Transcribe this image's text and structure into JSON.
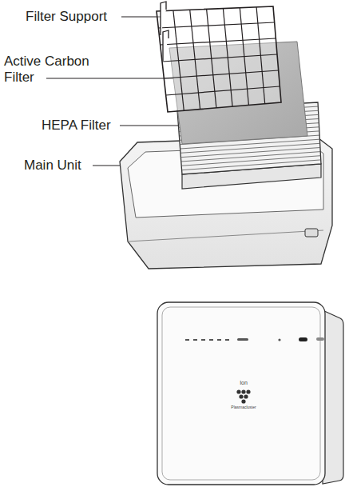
{
  "diagram": {
    "labels": [
      "Filter Support",
      "Active Carbon Filter",
      "HEPA Filter",
      "Main Unit",
      "Ion",
      "Plasmacluster"
    ]
  }
}
